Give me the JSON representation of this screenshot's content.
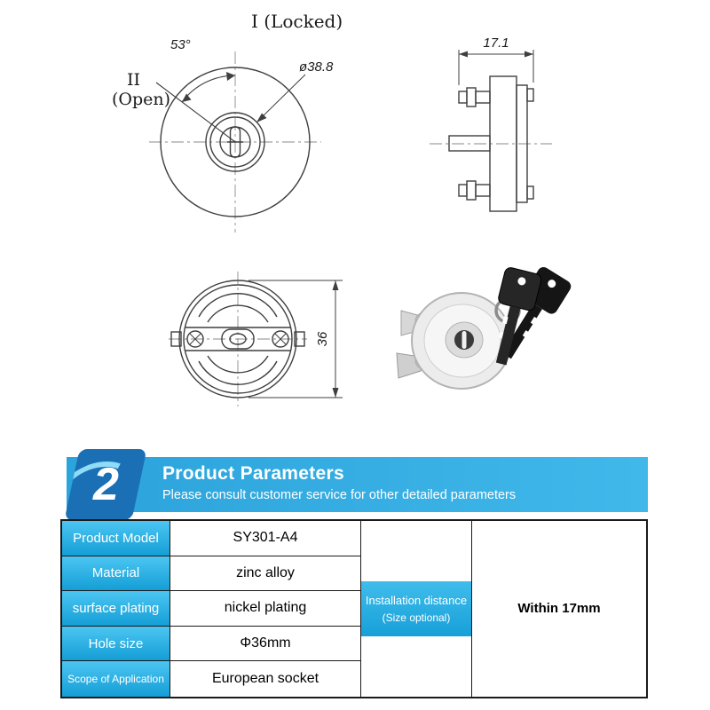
{
  "drawings": {
    "front": {
      "locked_label": "I (Locked)",
      "open_label_numeral": "II",
      "open_label_word": "(Open)",
      "angle_label": "53°",
      "diameter_label": "ø38.8"
    },
    "side": {
      "width_label": "17.1"
    },
    "back": {
      "height_label": "36"
    }
  },
  "banner": {
    "icon_number": "2",
    "title": "Product Parameters",
    "subtitle": "Please consult customer service for other detailed parameters"
  },
  "table": {
    "rows": [
      {
        "label": "Product Model",
        "value": "SY301-A4"
      },
      {
        "label": "Material",
        "value": "zinc alloy"
      },
      {
        "label": "surface plating",
        "value": "nickel plating"
      },
      {
        "label": "Hole size",
        "value": "Φ36mm"
      },
      {
        "label": "Scope of Application",
        "value": "European socket"
      }
    ],
    "installation_label_line1": "Installation distance",
    "installation_label_line2": "(Size optional)",
    "installation_value": "Within 17mm"
  },
  "colors": {
    "banner_blue": "#2ba3db",
    "icon_dark_blue": "#1b6fb5",
    "cell_blue_top": "#4cc6f2",
    "cell_blue_bottom": "#149ed6",
    "drawing_line": "#3f3f3f"
  }
}
